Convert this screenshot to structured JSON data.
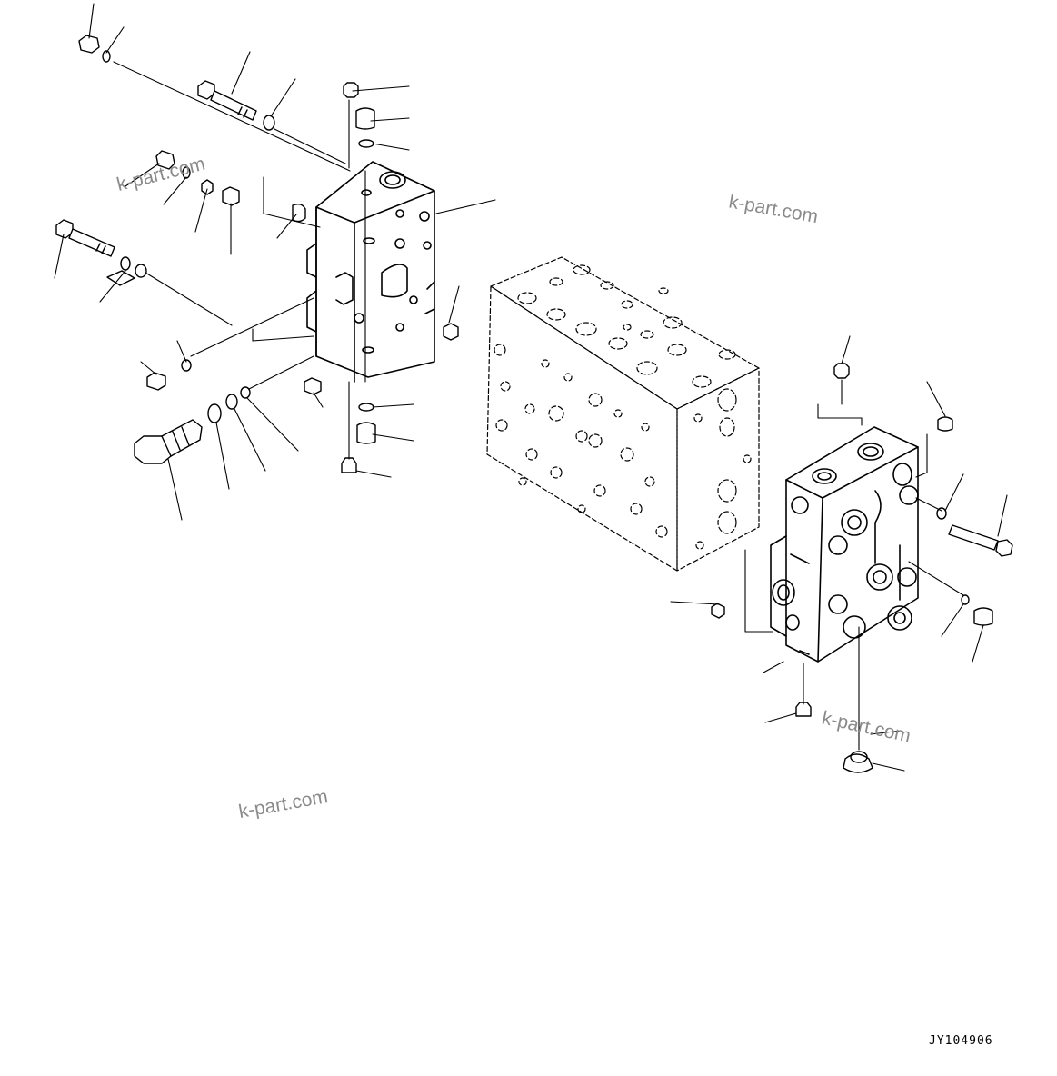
{
  "drawing": {
    "code": "JY104906",
    "watermarks": [
      "k-part.com",
      "k-part.com",
      "k-part.com",
      "k-part.com"
    ]
  },
  "parts": {
    "left_section": "left-valve-section",
    "center_block": "main-valve-block",
    "right_section": "right-valve-section"
  }
}
